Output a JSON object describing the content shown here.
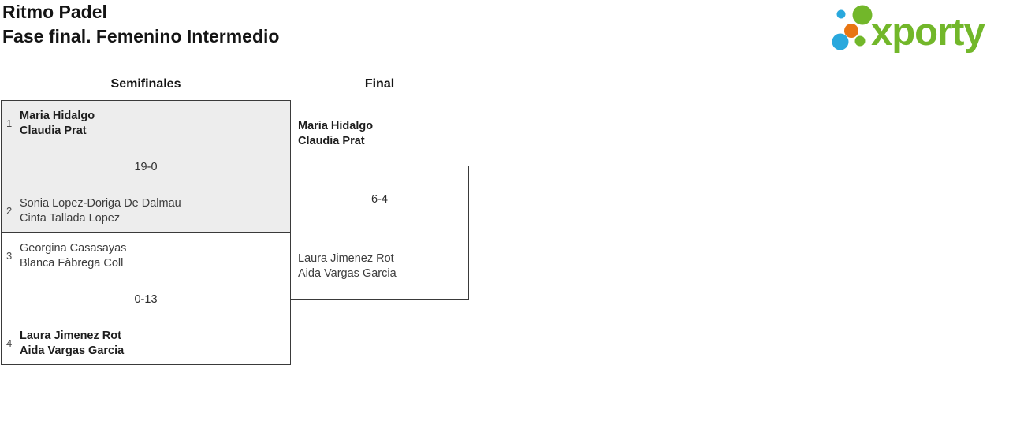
{
  "header": {
    "title": "Ritmo Padel",
    "subtitle": "Fase final. Femenino Intermedio"
  },
  "logo": {
    "brand": "xporty",
    "colors": {
      "green": "#72b72a",
      "blue": "#29a8dd",
      "orange": "#e87511"
    }
  },
  "bracket": {
    "rounds": [
      {
        "title": "Semifinales",
        "matches": [
          {
            "top": {
              "seed": "1",
              "player1": "Maria Hidalgo",
              "player2": "Claudia Prat"
            },
            "score": "19-0",
            "bottom": {
              "seed": "2",
              "player1": "Sonia Lopez-Doriga De Dalmau",
              "player2": "Cinta Tallada Lopez"
            }
          },
          {
            "top": {
              "seed": "3",
              "player1": "Georgina Casasayas",
              "player2": "Blanca Fàbrega Coll"
            },
            "score": "0-13",
            "bottom": {
              "seed": "4",
              "player1": "Laura Jimenez Rot",
              "player2": "Aida Vargas Garcia"
            }
          }
        ]
      },
      {
        "title": "Final",
        "matches": [
          {
            "top": {
              "player1": "Maria Hidalgo",
              "player2": "Claudia Prat"
            },
            "score": "6-4",
            "bottom": {
              "player1": "Laura Jimenez Rot",
              "player2": "Aida Vargas Garcia"
            }
          }
        ]
      }
    ]
  }
}
